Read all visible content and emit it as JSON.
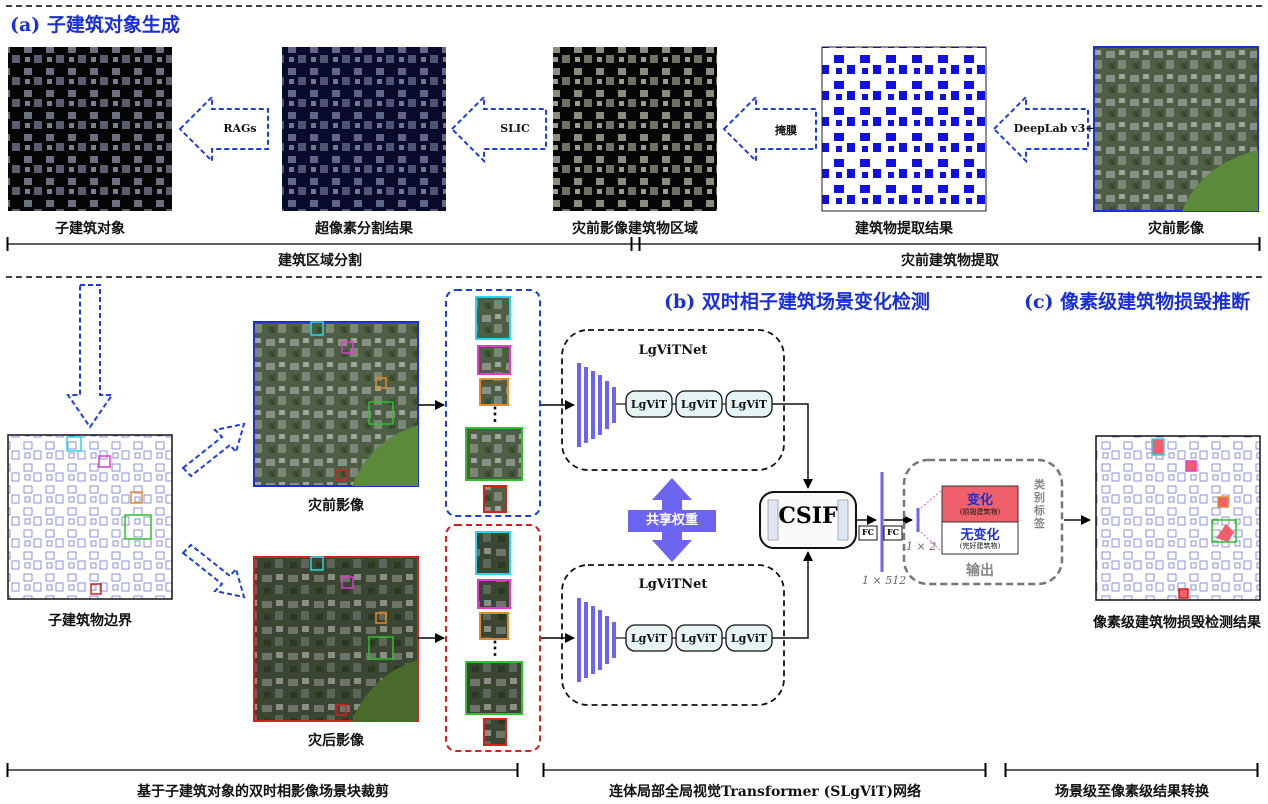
{
  "sections": {
    "a_title": "(a) 子建筑对象生成",
    "b_title": "(b) 双时相子建筑场景变化检测",
    "c_title": "(c) 像素级建筑物损毁推断"
  },
  "top_row": {
    "images": [
      {
        "caption": "子建筑对象"
      },
      {
        "caption": "超像素分割结果"
      },
      {
        "caption": "灾前影像建筑物区域"
      },
      {
        "caption": "建筑物提取结果"
      },
      {
        "caption": "灾前影像"
      }
    ],
    "arrows": [
      "RAGs",
      "SLIC",
      "掩膜",
      "DeepLab v3+"
    ],
    "spans": [
      "建筑区域分割",
      "灾前建筑物提取"
    ]
  },
  "bottom": {
    "boundary_caption": "子建筑物边界",
    "pre_caption": "灾前影像",
    "post_caption": "灾后影像",
    "dots": "⋮",
    "network_label_top": "LgViTNet",
    "network_label_bottom": "LgViTNet",
    "block_label": "LgViT",
    "shared_weights": "共享权重",
    "csif": "CSIF",
    "fc": "FC",
    "dim_512": "1 × 512",
    "dim_2": "1 × 2",
    "change": "变化",
    "change_sub": "(损毁建筑物)",
    "nochange": "无变化",
    "nochange_sub": "(完好建筑物)",
    "output": "输出",
    "category_label": "类别标签",
    "result_caption": "像素级建筑物损毁检测结果",
    "spans": [
      "基于子建筑对象的双时相影像场景块裁剪",
      "连体局部全局视觉Transformer (SLgViT)网络",
      "场景级至像素级结果转换"
    ]
  },
  "colors": {
    "accent_blue": "#1a2fd6",
    "dash_blue": "#1f3ee0",
    "dash_red": "#d62020",
    "net_violet": "#6c63f0",
    "change_red": "#f0606a",
    "lgvit_fill": "#e6f4f3",
    "cyan": "#2ad6e8",
    "magenta": "#e23ad0",
    "orange": "#e6892a",
    "green": "#2fc02f"
  }
}
